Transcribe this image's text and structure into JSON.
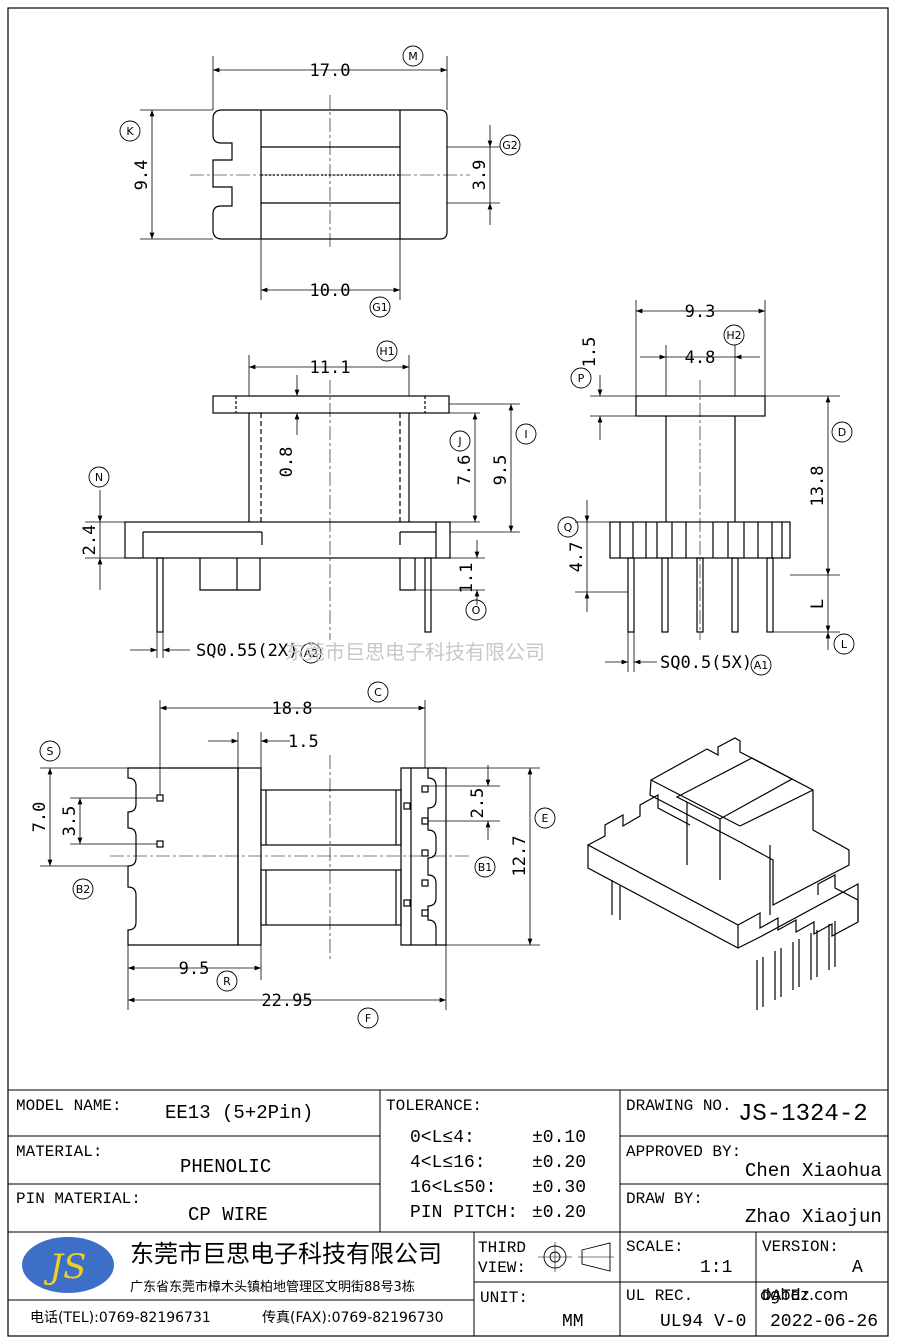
{
  "dimensions": {
    "top_width": "17.0",
    "top_height": "9.4",
    "top_slot": "3.9",
    "top_core": "10.0",
    "front_flange": "11.1",
    "front_gap": "0.8",
    "front_j": "7.6",
    "front_i": "9.5",
    "front_base": "2.4",
    "front_o": "1.1",
    "front_pin": "SQ0.55(2X)",
    "side_width": "9.3",
    "side_p": "1.5",
    "side_core": "4.8",
    "side_d": "13.8",
    "side_q": "4.7",
    "side_l": "L",
    "side_pin": "SQ0.5(5X)",
    "bot_c": "18.8",
    "bot_pin": "1.5",
    "bot_s": "7.0",
    "bot_b2": "3.5",
    "bot_pitch": "2.5",
    "bot_e": "12.7",
    "bot_r": "9.5",
    "bot_f": "22.95"
  },
  "labels": {
    "M": "M",
    "K": "K",
    "G2": "G2",
    "G1": "G1",
    "H1": "H1",
    "J": "J",
    "I": "I",
    "N": "N",
    "O": "O",
    "A2": "A2",
    "H2": "H2",
    "P": "P",
    "D": "D",
    "Q": "Q",
    "L": "L",
    "A1": "A1",
    "C": "C",
    "S": "S",
    "E": "E",
    "B1": "B1",
    "B2": "B2",
    "R": "R",
    "F": "F"
  },
  "watermark": "东莞市巨思电子科技有限公司",
  "title_block": {
    "model_name_label": "MODEL NAME:",
    "model_name": "EE13 (5+2Pin)",
    "material_label": "MATERIAL:",
    "material": "PHENOLIC",
    "pin_material_label": "PIN MATERIAL:",
    "pin_material": "CP WIRE",
    "tolerance_label": "TOLERANCE:",
    "tol_rows": [
      {
        "range": "0<L≤4:",
        "value": "±0.10"
      },
      {
        "range": "4<L≤16:",
        "value": "±0.20"
      },
      {
        "range": "16<L≤50:",
        "value": "±0.30"
      },
      {
        "range": "PIN PITCH:",
        "value": "±0.20"
      }
    ],
    "drawing_no_label": "DRAWING NO.",
    "drawing_no": "JS-1324-2",
    "approved_label": "APPROVED BY:",
    "approved": "Chen Xiaohua",
    "draw_label": "DRAW BY:",
    "draw": "Zhao Xiaojun",
    "third_view_1": "THIRD",
    "third_view_2": "VIEW:",
    "unit_label": "UNIT:",
    "unit": "MM",
    "scale_label": "SCALE:",
    "scale": "1:1",
    "version_label": "VERSION:",
    "version": "A",
    "ul_label": "UL REC.",
    "ul": "UL94 V-0",
    "date_label": "DATE:",
    "date": "2022-06-26",
    "logo": "JS",
    "company": "东莞市巨思电子科技有限公司",
    "address": "广东省东莞市樟木头镇柏地管理区文明街88号3栋",
    "tel": "电话(TEL):0769-82196731",
    "fax": "传真(FAX):0769-82196730",
    "site_watermark": "dgbdz.com"
  },
  "colors": {
    "logo_fill": "#3d6fc9",
    "logo_text": "#f0d01e",
    "line": "#000000",
    "watermark": "#c8c8c8"
  }
}
